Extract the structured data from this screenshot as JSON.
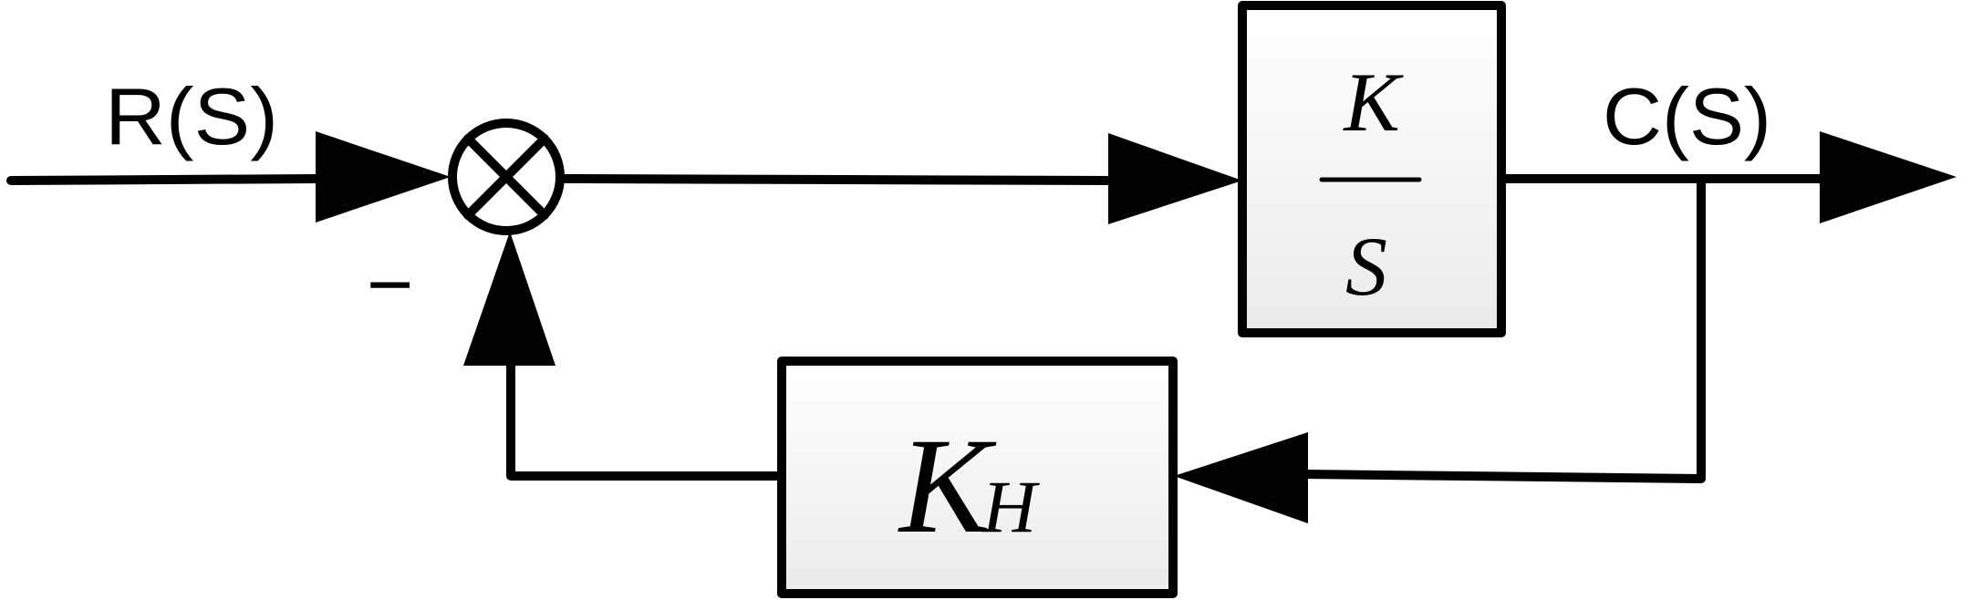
{
  "diagram": {
    "input_signal": "R(S)",
    "output_signal": "C(S)",
    "feedback_sign": "−",
    "forward_block": {
      "numerator": "K",
      "denominator": "S"
    },
    "feedback_block": {
      "symbol": "K",
      "subscript": "H"
    }
  },
  "colors": {
    "line": "#000000",
    "block_fill_top": "#ffffff",
    "block_fill_bottom": "#ebebeb"
  }
}
